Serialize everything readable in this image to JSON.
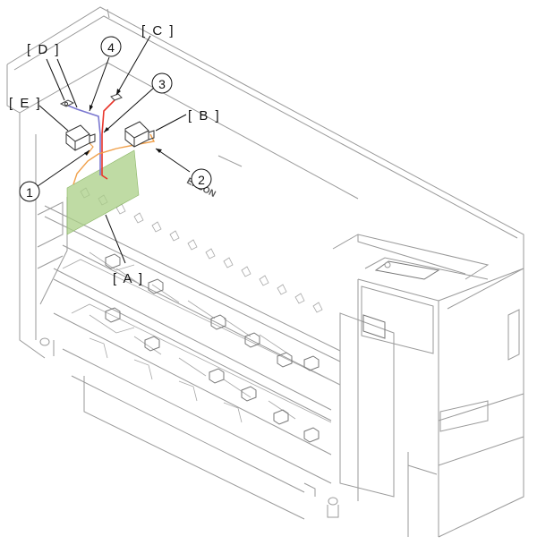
{
  "labels": {
    "A": "[ A ]",
    "B": "[ B ]",
    "C": "[ C ]",
    "D": "[ D ]",
    "E": "[ E ]"
  },
  "callouts": {
    "n1": "1",
    "n2": "2",
    "n3": "3",
    "n4": "4"
  },
  "brand_text": "EPSON",
  "colors": {
    "board_green": "#a9cf86",
    "cable_red": "#e8342a",
    "cable_blue": "#7b78d0",
    "cable_orange": "#f0a04b",
    "outline_gray": "#9a9a9a"
  }
}
